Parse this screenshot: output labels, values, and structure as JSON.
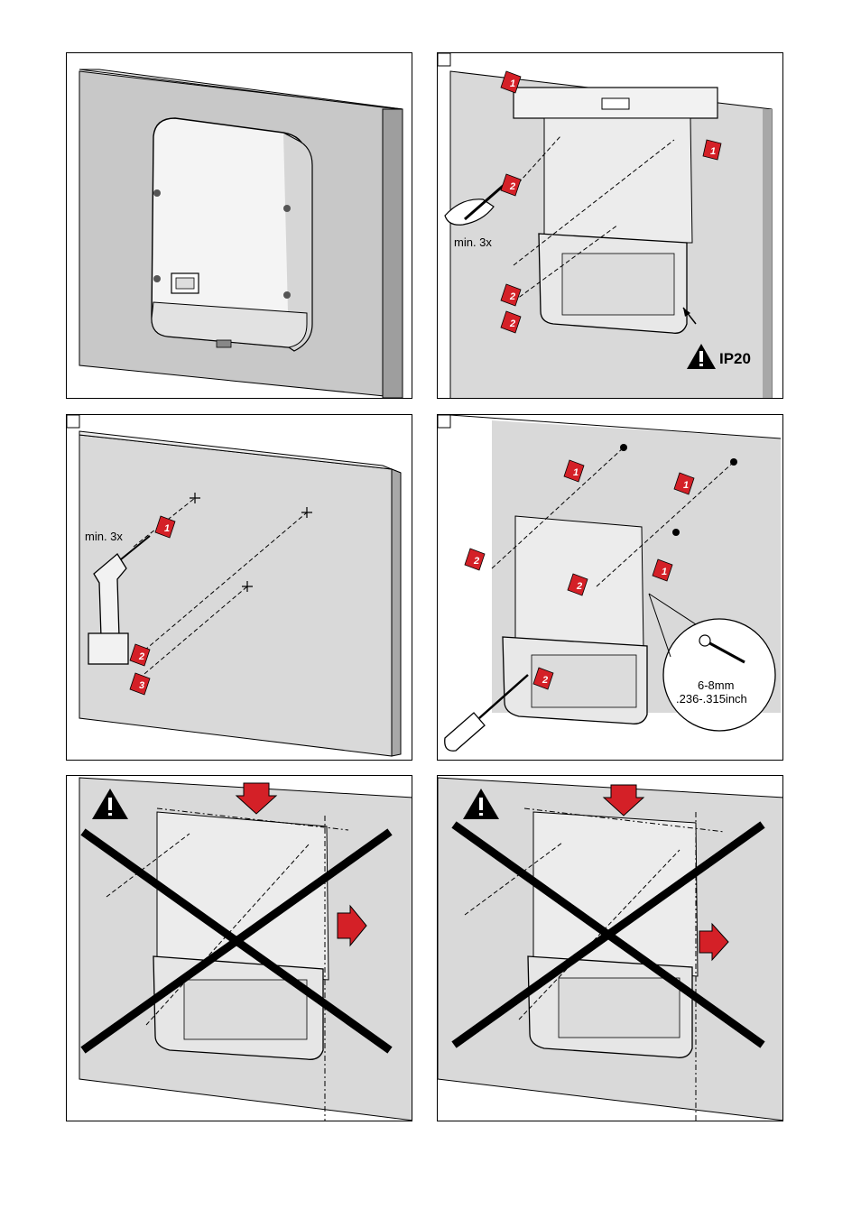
{
  "panels": {
    "p2": {
      "count_label": "min. 3x",
      "ip_label": "IP20",
      "steps": [
        "1",
        "1",
        "2",
        "2",
        "2"
      ]
    },
    "p3": {
      "count_label": "min. 3x",
      "steps": [
        "1",
        "2",
        "3"
      ]
    },
    "p4": {
      "screw_size_mm": "6-8mm",
      "screw_size_inch": ".236-.315inch",
      "steps": [
        "1",
        "1",
        "1",
        "2",
        "2",
        "2"
      ]
    }
  },
  "colors": {
    "arrow_red": "#d42027",
    "wall_grey": "#d9d9d9",
    "cross_black": "#000000"
  },
  "icons": [
    "warning-icon",
    "pencil-hand-icon",
    "drill-icon",
    "screwdriver-icon",
    "screw-icon",
    "cross-out-icon"
  ]
}
